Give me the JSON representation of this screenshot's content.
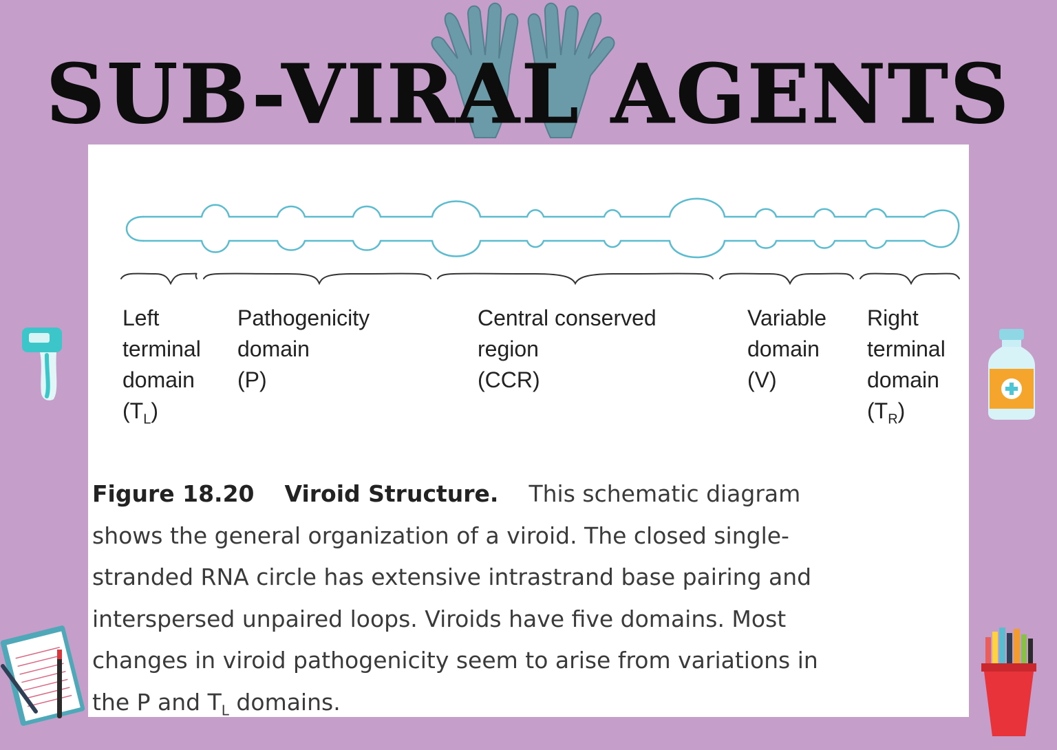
{
  "page": {
    "title": "SUB-VIRAL AGENTS"
  },
  "colors": {
    "background": "#c59fca",
    "rna_strand": "#5bbcd0",
    "brace": "#333333",
    "glove": "#6b9aa8"
  },
  "diagram": {
    "domains": [
      {
        "lines": [
          "Left",
          "terminal",
          "domain"
        ],
        "abbr": "T",
        "abbr_sub": "L"
      },
      {
        "lines": [
          "Pathogenicity",
          "domain",
          "(P)"
        ]
      },
      {
        "lines": [
          "Central conserved",
          "region",
          "(CCR)"
        ]
      },
      {
        "lines": [
          "Variable",
          "domain",
          "(V)"
        ]
      },
      {
        "lines": [
          "Right",
          "terminal",
          "domain"
        ],
        "abbr": "T",
        "abbr_sub": "R"
      }
    ]
  },
  "caption": {
    "figure": "Figure 18.20",
    "heading": "Viroid Structure.",
    "lines": [
      "This schematic diagram",
      "shows the general organization of a viroid. The closed single-",
      "stranded RNA circle has extensive intrastrand base pairing and",
      "interspersed unpaired loops. Viroids have five domains. Most",
      "changes in viroid pathogenicity seem to arise from variations in"
    ],
    "last_line_pre": "the P and T",
    "last_line_sub": "L",
    "last_line_post": " domains."
  },
  "decorations": [
    "gloves-icon",
    "thermometer-icon",
    "medicine-bottle-icon",
    "notepad-pen-icon",
    "pencil-cup-icon"
  ]
}
